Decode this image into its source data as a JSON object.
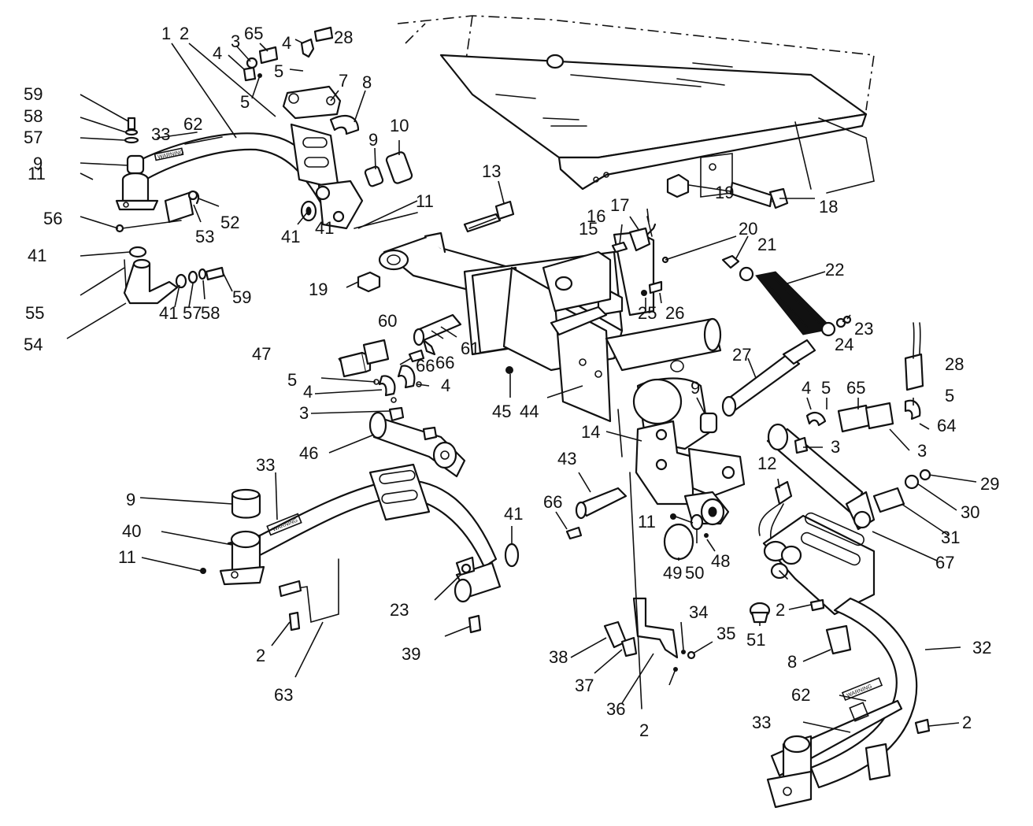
{
  "diagram": {
    "callouts": [
      "1",
      "2",
      "3",
      "4",
      "5",
      "7",
      "8",
      "9",
      "10",
      "11",
      "12",
      "13",
      "14",
      "15",
      "16",
      "17",
      "18",
      "19",
      "20",
      "21",
      "22",
      "23",
      "24",
      "25",
      "26",
      "27",
      "28",
      "29",
      "30",
      "31",
      "32",
      "33",
      "34",
      "35",
      "36",
      "37",
      "38",
      "39",
      "40",
      "41",
      "43",
      "44",
      "45",
      "46",
      "47",
      "48",
      "49",
      "50",
      "51",
      "52",
      "53",
      "54",
      "55",
      "56",
      "57",
      "58",
      "59",
      "60",
      "61",
      "62",
      "63",
      "64",
      "65",
      "66",
      "67"
    ],
    "decals": {
      "warning_1": "WARNING",
      "warning_2": "WARNING",
      "warning_3": "WARNING"
    }
  }
}
